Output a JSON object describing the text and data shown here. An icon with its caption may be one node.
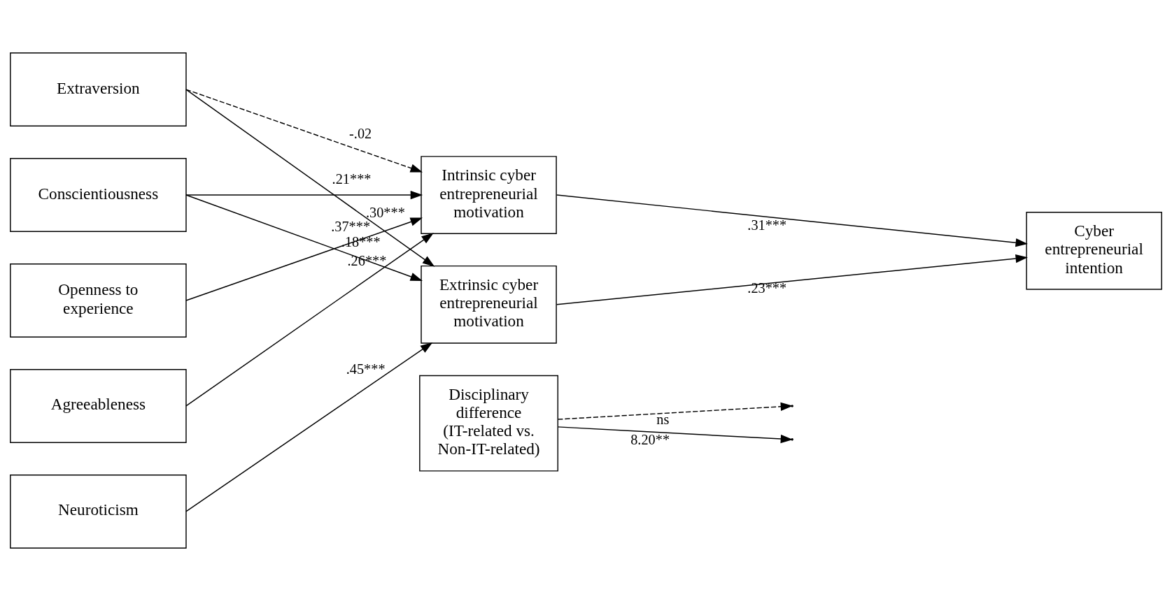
{
  "diagram": {
    "nodes": [
      {
        "text": [
          "Extraversion"
        ]
      },
      {
        "text": [
          "Conscientiousness"
        ]
      },
      {
        "text": [
          "Openness to experience"
        ]
      },
      {
        "text": [
          "Agreeableness"
        ]
      },
      {
        "text": [
          "Neuroticism"
        ]
      },
      {
        "text": [
          "Intrinsic cyber entrepreneurial motivation"
        ]
      },
      {
        "text": [
          "Extrinsic cyber entrepreneurial motivation"
        ]
      },
      {
        "text": [
          "Cyber entrepreneurial intention"
        ]
      },
      {
        "text": [
          "Disciplinary difference (IT-related vs. Non-IT-related)"
        ]
      }
    ],
    "edges": [
      {
        "from": 0,
        "to": 5,
        "arrow": "to",
        "label": "-.02",
        "style": "dashed"
      },
      {
        "from": 1,
        "to": 5,
        "arrow": "to",
        "label": ".21***"
      },
      {
        "from": 2,
        "to": 5,
        "arrow": "to",
        "label": ".37***"
      },
      {
        "from": 3,
        "to": 5,
        "arrow": "to",
        "label": ".26***"
      },
      {
        "from": 0,
        "to": 6,
        "arrow": "to",
        "label": ".30***"
      },
      {
        "from": 1,
        "to": 6,
        "arrow": "to",
        "label": ".18***"
      },
      {
        "from": 4,
        "to": 6,
        "arrow": "to",
        "label": ".45***"
      },
      {
        "from": 5,
        "to": 7,
        "arrow": "to",
        "label": ".31***"
      },
      {
        "from": 6,
        "to": 7,
        "arrow": "to",
        "label": ".23***"
      },
      {
        "from": 8,
        "to": null,
        "arrow": "to",
        "label": "ns",
        "style": "dashed"
      },
      {
        "from": 8,
        "to": null,
        "arrow": "to",
        "label": "8.20**"
      }
    ]
  }
}
